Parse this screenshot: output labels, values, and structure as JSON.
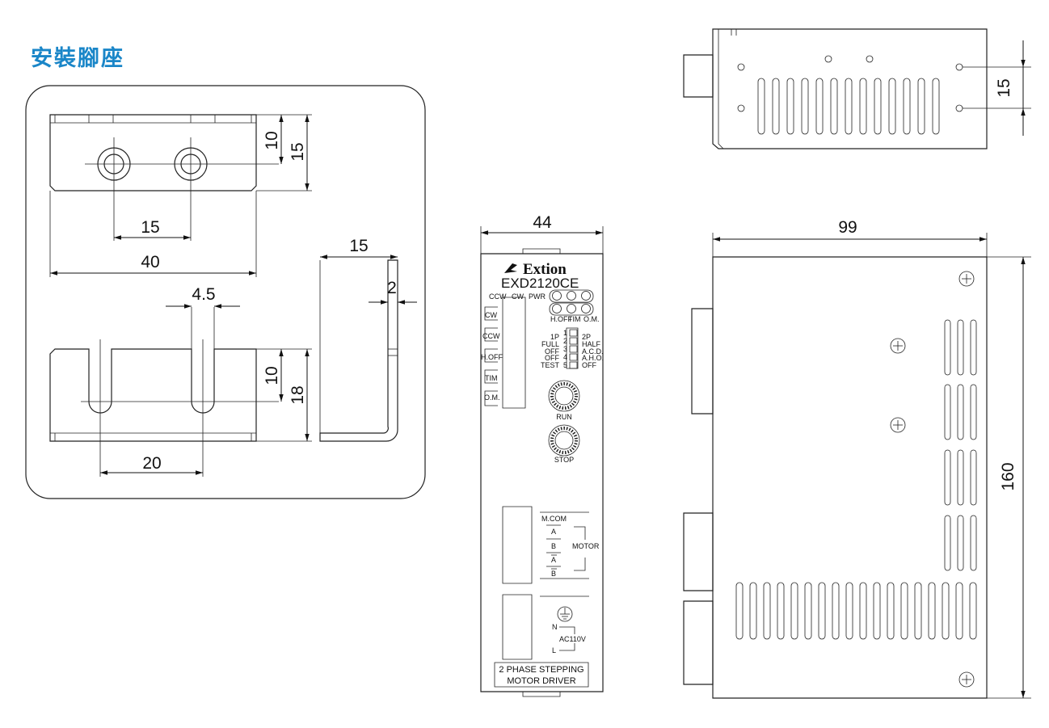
{
  "section_title": "安裝腳座",
  "bracket": {
    "top_view_dims": {
      "height_inner": "10",
      "height_outer": "15",
      "hole_spacing": "15",
      "width": "40"
    },
    "side_view_dims": {
      "depth": "15",
      "thickness": "2"
    },
    "front_view_dims": {
      "slot_width": "4.5",
      "height_inner": "10",
      "height_outer": "18",
      "slot_spacing": "20"
    }
  },
  "driver_front": {
    "width_dim": "44",
    "brand": "Extion",
    "model": "EXD2120CE",
    "led_row1_labels": [
      "CCW",
      "CW",
      "PWR"
    ],
    "led_row2_labels": [
      "H.OFF",
      "TIM",
      "O.M."
    ],
    "io_labels": [
      "CW",
      "CCW",
      "H.OFF",
      "TIM",
      "O.M."
    ],
    "dip_left_labels": [
      "1P",
      "FULL",
      "OFF",
      "OFF",
      "TEST"
    ],
    "dip_right_labels": [
      "2P",
      "HALF",
      "A.C.D.",
      "A.H.O.",
      "OFF"
    ],
    "dip_numbers": [
      "1",
      "2",
      "3",
      "4",
      "5"
    ],
    "rotary_run_label": "RUN",
    "rotary_stop_label": "STOP",
    "motor_terminal_labels": [
      "M.COM",
      "A",
      "B",
      "A",
      "B"
    ],
    "motor_label": "MOTOR",
    "power_labels": [
      "N",
      "AC110V",
      "L"
    ],
    "footer_line1": "2 PHASE STEPPING",
    "footer_line2": "MOTOR DRIVER"
  },
  "driver_top": {
    "dim": "15"
  },
  "driver_side": {
    "width_dim": "99",
    "height_dim": "160"
  }
}
